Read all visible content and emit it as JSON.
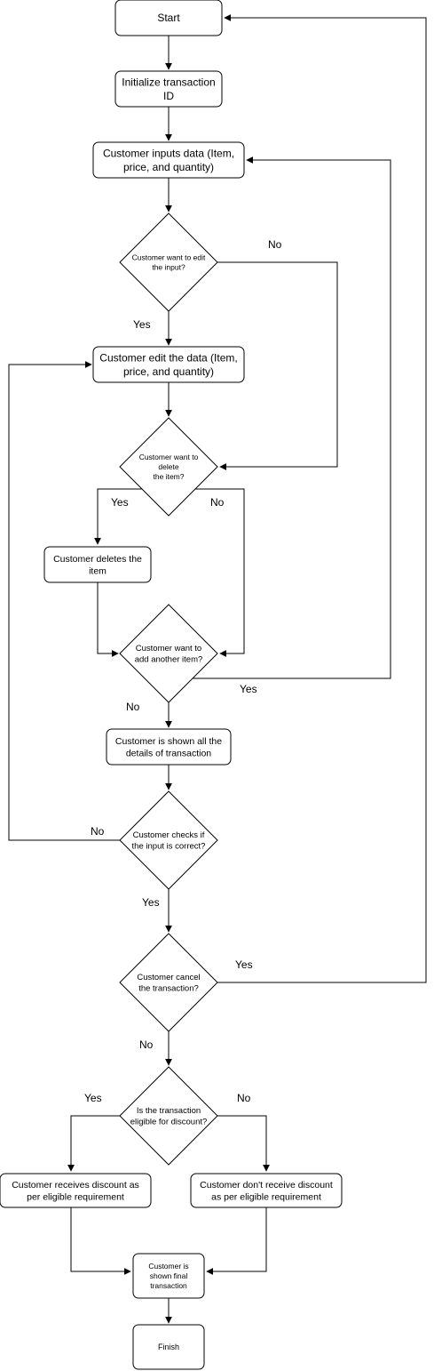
{
  "nodes": {
    "start": {
      "lines": [
        "Start"
      ]
    },
    "init": {
      "lines": [
        "Initialize transaction",
        "ID"
      ]
    },
    "input": {
      "lines": [
        "Customer inputs data (Item,",
        "price, and quantity)"
      ]
    },
    "edit_q": {
      "lines": [
        "Customer want to edit",
        "the input?"
      ]
    },
    "edit": {
      "lines": [
        "Customer edit the data (Item,",
        "price, and quantity)"
      ]
    },
    "delete_q": {
      "lines": [
        "Customer want to",
        "delete",
        "the item?"
      ]
    },
    "delete": {
      "lines": [
        "Customer deletes the",
        "item"
      ]
    },
    "add_q": {
      "lines": [
        "Customer want to",
        "add another item?"
      ]
    },
    "details": {
      "lines": [
        "Customer is shown all the",
        "details of transaction"
      ]
    },
    "check_q": {
      "lines": [
        "Customer checks if",
        "the input is correct?"
      ]
    },
    "cancel_q": {
      "lines": [
        "Customer cancel",
        "the transaction?"
      ]
    },
    "discount_q": {
      "lines": [
        "Is the transaction",
        "eligible for discount?"
      ]
    },
    "discount_yes": {
      "lines": [
        "Customer receives discount as",
        "per eligible requirement"
      ]
    },
    "discount_no": {
      "lines": [
        "Customer don't receive discount",
        "as per eligible requirement"
      ]
    },
    "final": {
      "lines": [
        "Customer is",
        "shown final",
        "transaction"
      ]
    },
    "finish": {
      "lines": [
        "Finish"
      ]
    }
  },
  "edge_labels": {
    "edit_no": "No",
    "edit_yes": "Yes",
    "delete_yes": "Yes",
    "delete_no": "No",
    "add_yes": "Yes",
    "add_no": "No",
    "check_no": "No",
    "check_yes": "Yes",
    "cancel_yes": "Yes",
    "cancel_no": "No",
    "discount_yes": "Yes",
    "discount_no": "No"
  }
}
